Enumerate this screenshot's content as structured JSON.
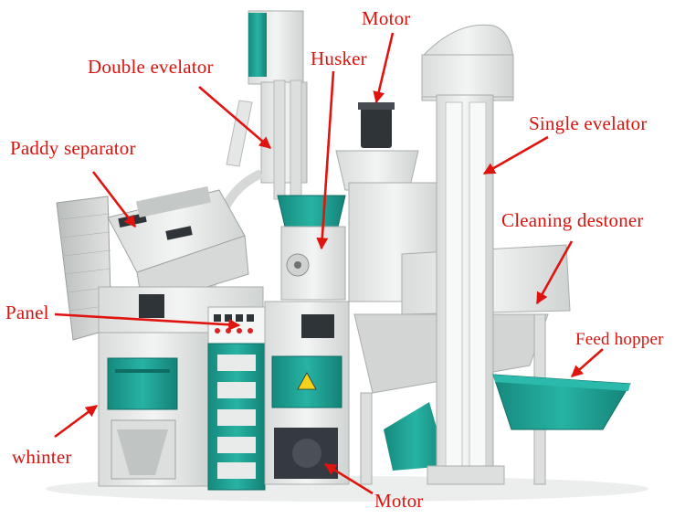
{
  "colors": {
    "label": "#d8140f",
    "arrow": "#e0140f",
    "teal": "#1fa496",
    "machine": "#e9ebea",
    "machine_shadow": "#c9cdcc",
    "dark": "#3a3f44"
  },
  "labels": {
    "motor_top": "Motor",
    "double_elevator": "Double evelator",
    "husker": "Husker",
    "single_elevator": "Single evelator",
    "paddy_separator": "Paddy separator",
    "cleaning_destoner": "Cleaning destoner",
    "panel": "Panel",
    "feed_hopper": "Feed hopper",
    "whitener": "whinter",
    "motor_bottom": "Motor"
  },
  "icons": {
    "warning": "warning-triangle-icon"
  }
}
